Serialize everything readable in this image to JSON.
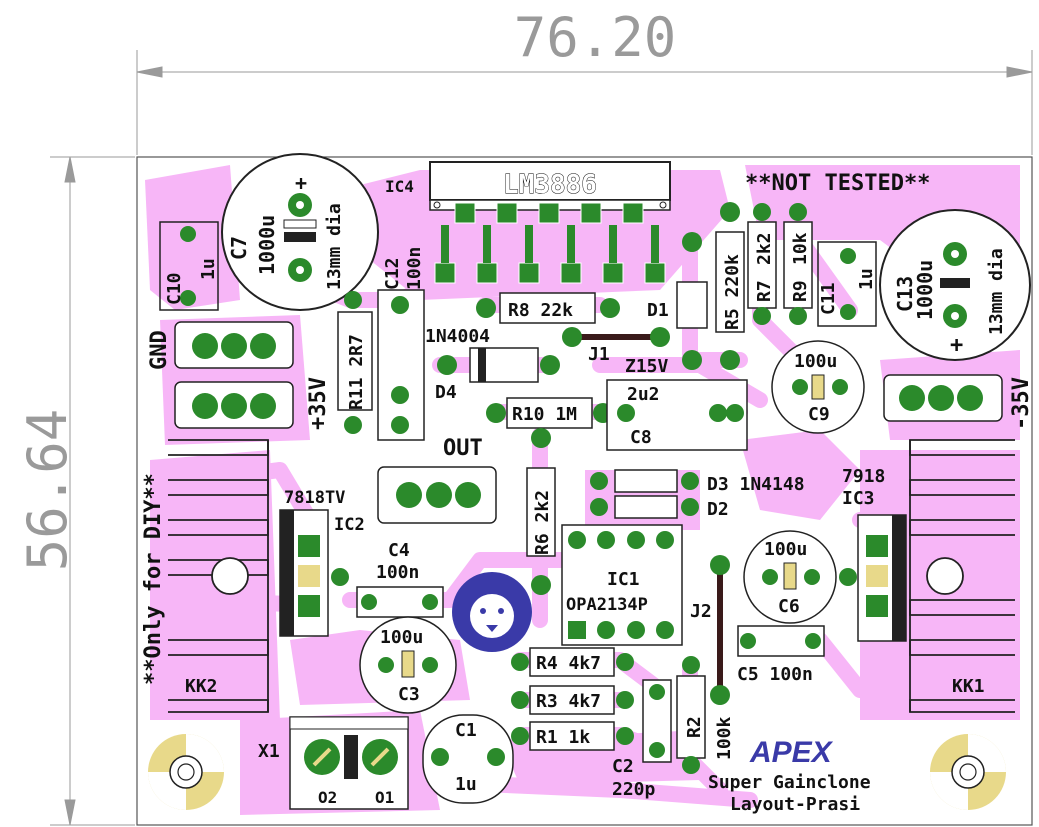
{
  "dimensions": {
    "width_label": "76.20",
    "height_label": "56.64"
  },
  "board": {
    "title_chip": "LM3886",
    "ic4_label": "IC4",
    "not_tested": "**NOT TESTED**",
    "diy_note": "**Only for DIY**",
    "out_label": "OUT",
    "gnd_label": "GND",
    "plus35_label": "+35V",
    "minus35_label": "-35V",
    "kk1": "KK1",
    "kk2": "KK2",
    "x1": "X1",
    "x1_pin2": "O2",
    "x1_pin1": "O1",
    "brand": "APEX",
    "title_line1": "Super Gainclone",
    "title_line2": "Layout-Prasi"
  },
  "components": {
    "c7_name": "C7",
    "c7_val": "1000u",
    "c7_dia": "13mm dia",
    "c10_name": "C10",
    "c10_val": "1u",
    "c12_name": "C12",
    "c12_val": "100n",
    "r11": "R11 2R7",
    "d4_type": "1N4004",
    "d4_name": "D4",
    "r8": "R8 22k",
    "d1": "D1",
    "j1": "J1",
    "z15v": "Z15V",
    "r5": "R5 220k",
    "r7_name": "R7",
    "r7_val": "2k2",
    "r9_name": "R9",
    "r9_val": "10k",
    "c11_name": "C11",
    "c11_val": "1u",
    "c13_name": "C13",
    "c13_val": "1000u",
    "c13_dia": "13mm dia",
    "c9_val": "100u",
    "c9_name": "C9",
    "r10": "R10 1M",
    "c8_val": "2u2",
    "c8_name": "C8",
    "d3": "D3 1N4148",
    "d2": "D2",
    "r6": "R6 2k2",
    "ic2_type": "7818TV",
    "ic2_name": "IC2",
    "ic3_type": "7918",
    "ic3_name": "IC3",
    "c4_name": "C4",
    "c4_val": "100n",
    "ic1_name": "IC1",
    "ic1_type": "OPA2134P",
    "j2": "J2",
    "c6_val": "100u",
    "c6_name": "C6",
    "c3_val": "100u",
    "c3_name": "C3",
    "r4": "R4 4k7",
    "r3": "R3 4k7",
    "r1": "R1 1k",
    "c5": "C5 100n",
    "c1_name": "C1",
    "c1_val": "1u",
    "c2_name": "C2",
    "c2_val": "220p",
    "r2_name": "R2",
    "r2_val": "100k"
  },
  "colors": {
    "copper": "#f7b6f7",
    "pad": "#2b8a2b",
    "via_ring": "#e8d98a",
    "board": "#ffffff",
    "outline": "#222222",
    "logo": "#3a3aa8"
  }
}
